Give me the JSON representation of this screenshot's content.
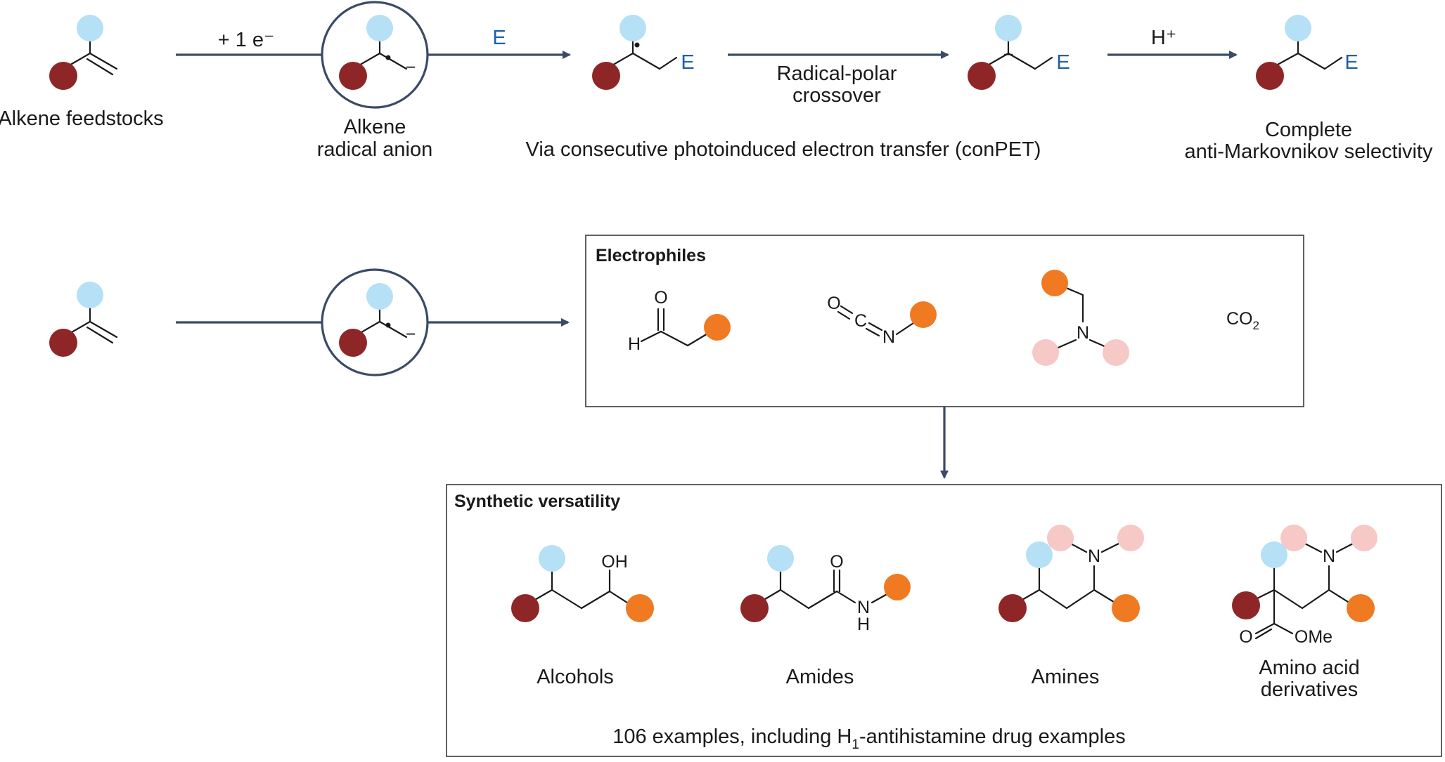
{
  "colors": {
    "light_blue": "#b5e0f5",
    "dark_red": "#8e2628",
    "orange": "#ef7a21",
    "pink": "#f6c8c6",
    "arrow": "#3b4a66",
    "electrophile_label": "#1f5fa8"
  },
  "top_row": {
    "alkene_label": "Alkene feedstocks",
    "step1_label": "+ 1 e⁻",
    "radical_anion_label_1": "Alkene",
    "radical_anion_label_2": "radical anion",
    "step2_label": "E",
    "product_e": "E",
    "crossover_label_1": "Radical-polar",
    "crossover_label_2": "crossover",
    "conpet_label": "Via consecutive photoinduced electron transfer (conPET)",
    "step3_label": "H⁺",
    "final_label_1": "Complete",
    "final_label_2": "anti-Markovnikov selectivity",
    "charge_symbol": "−"
  },
  "electrophiles": {
    "title": "Electrophiles",
    "aldehyde_o": "O",
    "aldehyde_h": "H",
    "isocyanate_o": "O",
    "isocyanate_c": "C",
    "isocyanate_n": "N",
    "iminium_n": "N",
    "co2": "CO",
    "co2_sub": "2"
  },
  "synthetic": {
    "title": "Synthetic versatility",
    "alcohol_oh": "OH",
    "amide_o": "O",
    "amide_n": "N",
    "amide_h": "H",
    "amine_n": "N",
    "amino_n": "N",
    "amino_o": "O",
    "amino_ome": "OMe",
    "products": [
      "Alcohols",
      "Amides",
      "Amines",
      "Amino acid",
      "derivatives"
    ],
    "footer_pre": "106 examples, including H",
    "footer_sub": "1",
    "footer_post": "-antihistamine drug examples"
  }
}
